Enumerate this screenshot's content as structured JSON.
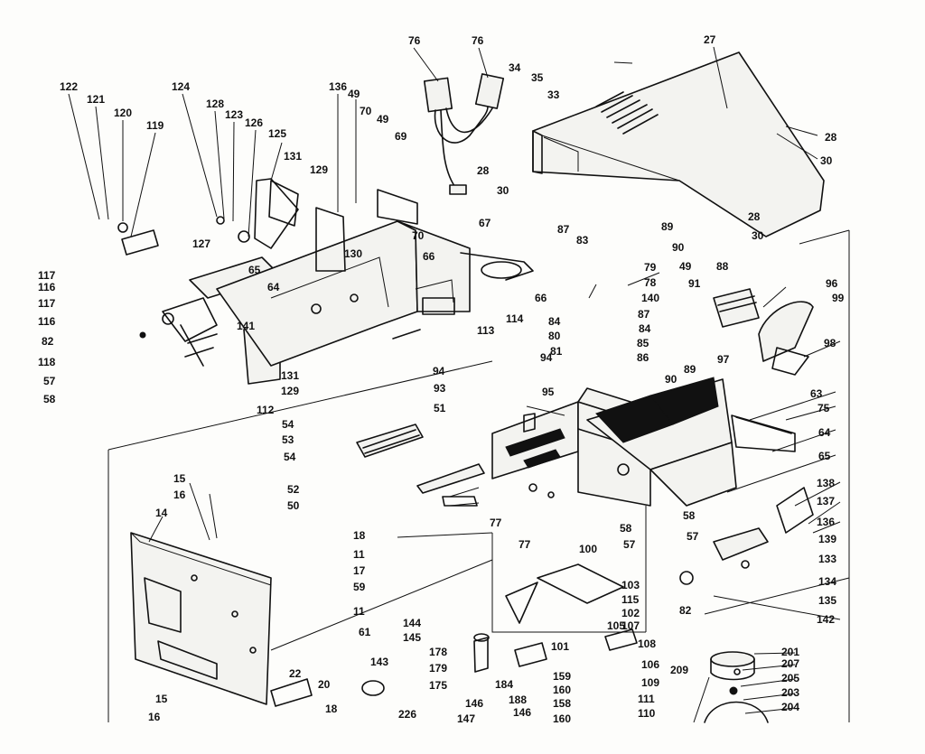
{
  "callouts": [
    {
      "label": "122"
    },
    {
      "label": "121"
    },
    {
      "label": "120"
    },
    {
      "label": "119"
    },
    {
      "label": "124"
    },
    {
      "label": "128"
    },
    {
      "label": "123"
    },
    {
      "label": "126"
    },
    {
      "label": "125"
    },
    {
      "label": "131"
    },
    {
      "label": "129"
    },
    {
      "label": "136"
    },
    {
      "label": "49"
    },
    {
      "label": "70"
    },
    {
      "label": "49"
    },
    {
      "label": "69"
    },
    {
      "label": "76"
    },
    {
      "label": "76"
    },
    {
      "label": "34"
    },
    {
      "label": "35"
    },
    {
      "label": "33"
    },
    {
      "label": "27"
    },
    {
      "label": "28"
    },
    {
      "label": "30"
    },
    {
      "label": "28"
    },
    {
      "label": "30"
    },
    {
      "label": "28"
    },
    {
      "label": "30"
    },
    {
      "label": "117"
    },
    {
      "label": "116"
    },
    {
      "label": "117"
    },
    {
      "label": "116"
    },
    {
      "label": "82"
    },
    {
      "label": "118"
    },
    {
      "label": "57"
    },
    {
      "label": "58"
    },
    {
      "label": "127"
    },
    {
      "label": "65"
    },
    {
      "label": "64"
    },
    {
      "label": "141"
    },
    {
      "label": "130"
    },
    {
      "label": "70"
    },
    {
      "label": "66"
    },
    {
      "label": "67"
    },
    {
      "label": "66"
    },
    {
      "label": "114"
    },
    {
      "label": "113"
    },
    {
      "label": "87"
    },
    {
      "label": "83"
    },
    {
      "label": "79"
    },
    {
      "label": "78"
    },
    {
      "label": "140"
    },
    {
      "label": "87"
    },
    {
      "label": "84"
    },
    {
      "label": "84"
    },
    {
      "label": "80"
    },
    {
      "label": "85"
    },
    {
      "label": "81"
    },
    {
      "label": "86"
    },
    {
      "label": "89"
    },
    {
      "label": "90"
    },
    {
      "label": "49"
    },
    {
      "label": "91"
    },
    {
      "label": "88"
    },
    {
      "label": "96"
    },
    {
      "label": "99"
    },
    {
      "label": "97"
    },
    {
      "label": "98"
    },
    {
      "label": "131"
    },
    {
      "label": "129"
    },
    {
      "label": "112"
    },
    {
      "label": "94"
    },
    {
      "label": "93"
    },
    {
      "label": "94"
    },
    {
      "label": "95"
    },
    {
      "label": "90"
    },
    {
      "label": "89"
    },
    {
      "label": "63"
    },
    {
      "label": "75"
    },
    {
      "label": "64"
    },
    {
      "label": "65"
    },
    {
      "label": "51"
    },
    {
      "label": "54"
    },
    {
      "label": "53"
    },
    {
      "label": "54"
    },
    {
      "label": "52"
    },
    {
      "label": "50"
    },
    {
      "label": "77"
    },
    {
      "label": "15"
    },
    {
      "label": "16"
    },
    {
      "label": "14"
    },
    {
      "label": "18"
    },
    {
      "label": "11"
    },
    {
      "label": "17"
    },
    {
      "label": "59"
    },
    {
      "label": "11"
    },
    {
      "label": "61"
    },
    {
      "label": "58"
    },
    {
      "label": "57"
    },
    {
      "label": "138"
    },
    {
      "label": "137"
    },
    {
      "label": "136"
    },
    {
      "label": "139"
    },
    {
      "label": "133"
    },
    {
      "label": "134"
    },
    {
      "label": "135"
    },
    {
      "label": "142"
    },
    {
      "label": "82"
    },
    {
      "label": "58"
    },
    {
      "label": "57"
    },
    {
      "label": "77"
    },
    {
      "label": "100"
    },
    {
      "label": "103"
    },
    {
      "label": "115"
    },
    {
      "label": "102"
    },
    {
      "label": "105"
    },
    {
      "label": "107"
    },
    {
      "label": "108"
    },
    {
      "label": "106"
    },
    {
      "label": "109"
    },
    {
      "label": "111"
    },
    {
      "label": "110"
    },
    {
      "label": "101"
    },
    {
      "label": "144"
    },
    {
      "label": "145"
    },
    {
      "label": "143"
    },
    {
      "label": "178"
    },
    {
      "label": "179"
    },
    {
      "label": "175"
    },
    {
      "label": "22"
    },
    {
      "label": "20"
    },
    {
      "label": "18"
    },
    {
      "label": "15"
    },
    {
      "label": "16"
    },
    {
      "label": "226"
    },
    {
      "label": "147"
    },
    {
      "label": "146"
    },
    {
      "label": "184"
    },
    {
      "label": "188"
    },
    {
      "label": "146"
    },
    {
      "label": "159"
    },
    {
      "label": "160"
    },
    {
      "label": "158"
    },
    {
      "label": "160"
    },
    {
      "label": "201"
    },
    {
      "label": "207"
    },
    {
      "label": "205"
    },
    {
      "label": "203"
    },
    {
      "label": "204"
    },
    {
      "label": "209"
    }
  ]
}
